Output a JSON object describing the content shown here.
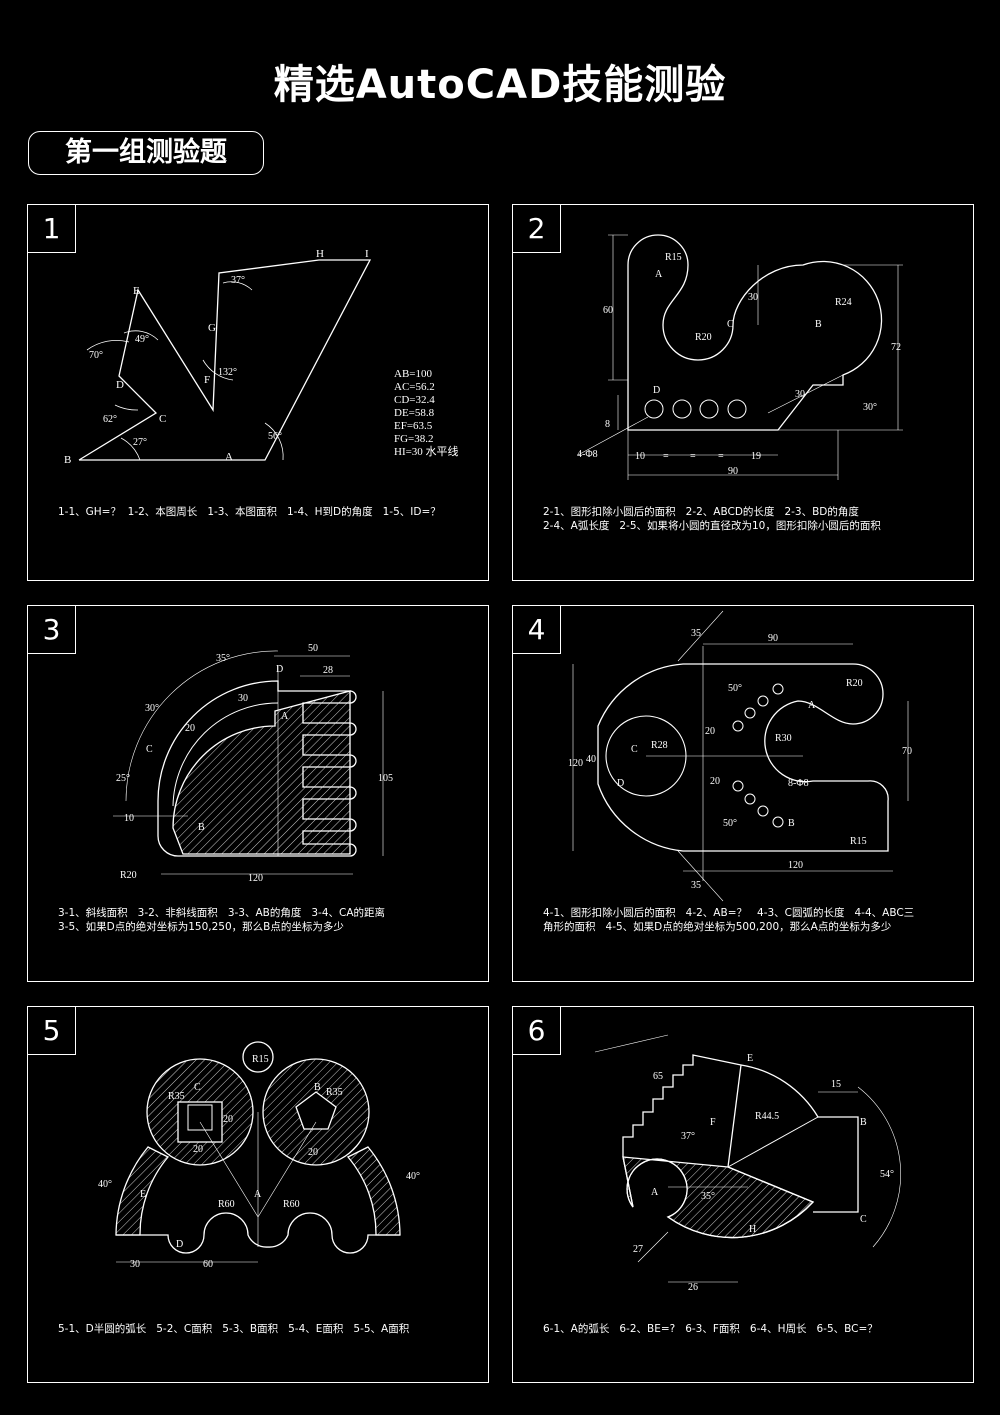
{
  "title": "精选AutoCAD技能测验",
  "group_label": "第一组测验题",
  "panels": [
    {
      "number": "1",
      "questions": "1-1、GH=？  1-2、本图周长   1-3、本图面积   1-4、H到D的角度   1-5、ID=？",
      "points": [
        "A",
        "B",
        "C",
        "D",
        "E",
        "F",
        "G",
        "H",
        "I"
      ],
      "angles": [
        "70°",
        "49°",
        "62°",
        "27°",
        "37°",
        "132°",
        "56°"
      ],
      "dims": [
        "AB=100",
        "AC=56.2",
        "CD=32.4",
        "DE=58.8",
        "EF=63.5",
        "FG=38.2",
        "HI=30 水平线"
      ]
    },
    {
      "number": "2",
      "questions": "2-1、图形扣除小圆后的面积   2-2、ABCD的长度   2-3、BD的角度\n2-4、A弧长度   2-5、如果将小圆的直径改为10，图形扣除小圆后的面积",
      "points": [
        "A",
        "B",
        "C",
        "D"
      ],
      "dims": [
        "R15",
        "R24",
        "R20",
        "60",
        "30",
        "72",
        "8",
        "30",
        "30°",
        "4-Φ8",
        "10",
        "=",
        "=",
        "=",
        "19",
        "90"
      ]
    },
    {
      "number": "3",
      "questions": "3-1、斜线面积   3-2、非斜线面积   3-3、AB的角度   3-4、CA的距离\n3-5、如果D点的绝对坐标为150,250，那么B点的坐标为多少",
      "points": [
        "A",
        "B",
        "C",
        "D"
      ],
      "dims": [
        "35°",
        "30°",
        "25°",
        "30",
        "20",
        "50",
        "28",
        "105",
        "10",
        "R20",
        "120"
      ]
    },
    {
      "number": "4",
      "questions": "4-1、图形扣除小圆后的面积   4-2、AB=？   4-3、C圆弧的长度   4-4、ABC三\n角形的面积   4-5、如果D点的绝对坐标为500,200，那么A点的坐标为多少",
      "points": [
        "A",
        "B",
        "C",
        "D"
      ],
      "dims": [
        "35",
        "90",
        "R20",
        "50°",
        "R28",
        "20",
        "R30",
        "120",
        "40",
        "70",
        "20",
        "8-Φ8",
        "50°",
        "R15",
        "120",
        "35"
      ]
    },
    {
      "number": "5",
      "questions": "5-1、D半圆的弧长   5-2、C面积   5-3、B面积   5-4、E面积   5-5、A面积",
      "points": [
        "A",
        "B",
        "C",
        "D",
        "E"
      ],
      "dims": [
        "R15",
        "R35",
        "R35",
        "20",
        "20",
        "20",
        "40°",
        "40°",
        "R60",
        "R60",
        "30",
        "60"
      ]
    },
    {
      "number": "6",
      "questions": "6-1、A的弧长   6-2、BE=?   6-3、F面积   6-4、H周长   6-5、BC=？",
      "points": [
        "A",
        "B",
        "C",
        "E",
        "F",
        "H"
      ],
      "dims": [
        "65",
        "R44.5",
        "15",
        "37°",
        "54°",
        "35°",
        "27",
        "26"
      ]
    }
  ]
}
